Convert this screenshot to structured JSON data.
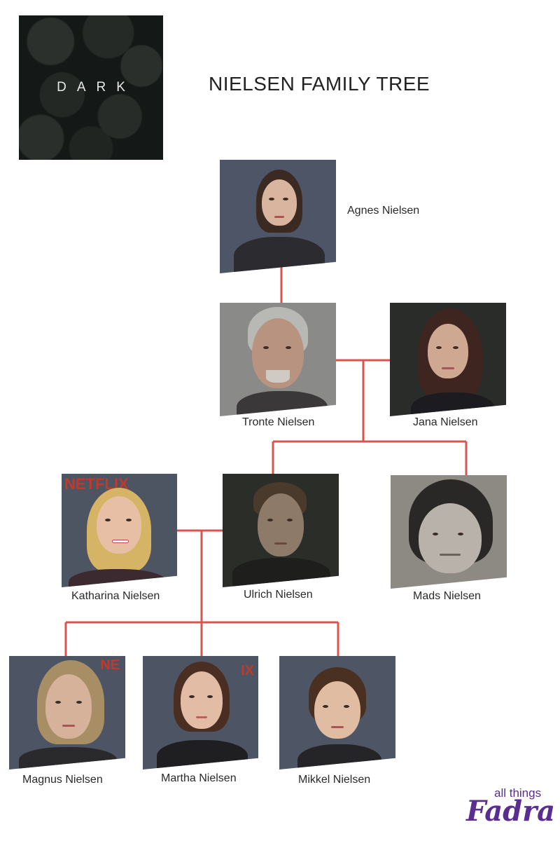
{
  "logo": {
    "text": "DARK"
  },
  "title": "NIELSEN FAMILY TREE",
  "line_color": "#d9534f",
  "brand_color": "#5a2d91",
  "members": {
    "agnes": "Agnes Nielsen",
    "tronte": "Tronte Nielsen",
    "jana": "Jana Nielsen",
    "katharina": "Katharina Nielsen",
    "ulrich": "Ulrich Nielsen",
    "mads": "Mads Nielsen",
    "magnus": "Magnus Nielsen",
    "martha": "Martha Nielsen",
    "mikkel": "Mikkel Nielsen"
  },
  "brand": {
    "small": "all things",
    "big": "Fadra"
  }
}
